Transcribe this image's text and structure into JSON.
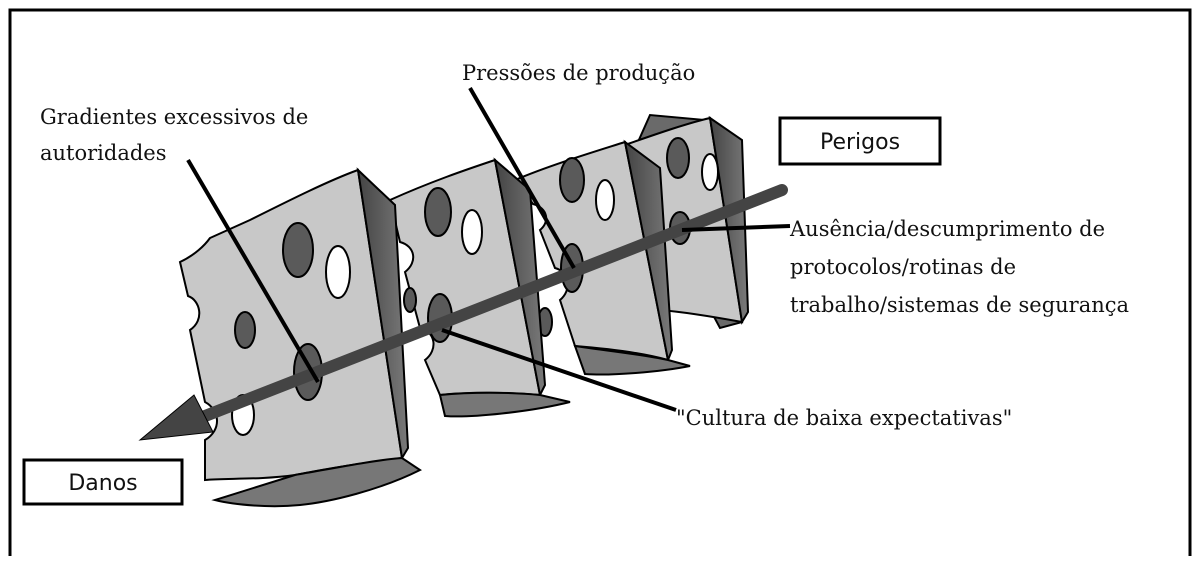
{
  "labels": {
    "production_pressure": "Pressões de produção",
    "authority_gradient_line1": "Gradientes excessivos de",
    "authority_gradient_line2": "autoridades",
    "protocols_line1": "Ausência/descumprimento de",
    "protocols_line2": "protocolos/rotinas de",
    "protocols_line3": "trabalho/sistemas de segurança",
    "low_expectations": "\"Cultura de baixa expectativas\""
  },
  "boxes": {
    "hazards": "Perigos",
    "harms": "Danos"
  },
  "colors": {
    "slice_face": "#c8c8c8",
    "slice_side": "#555555",
    "slice_top": "#e2e2e2",
    "hole_shadow": "#5a5a5a",
    "arrow": "#444444",
    "outline": "#000000"
  }
}
